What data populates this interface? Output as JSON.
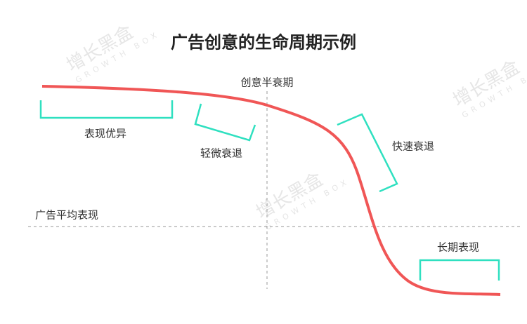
{
  "title": "广告创意的生命周期示例",
  "watermark": {
    "cn": "增长黑盒",
    "en": "GROWTH BOX"
  },
  "labels": {
    "half_life": "创意半衰期",
    "average": "广告平均表现",
    "excellent": "表现优异",
    "slight_decline": "轻微衰退",
    "rapid_decline": "快速衰退",
    "long_term": "长期表现"
  },
  "colors": {
    "curve": "#f05656",
    "bracket": "#2fe0c0",
    "dashed": "#aaaaaa",
    "text": "#333333"
  }
}
